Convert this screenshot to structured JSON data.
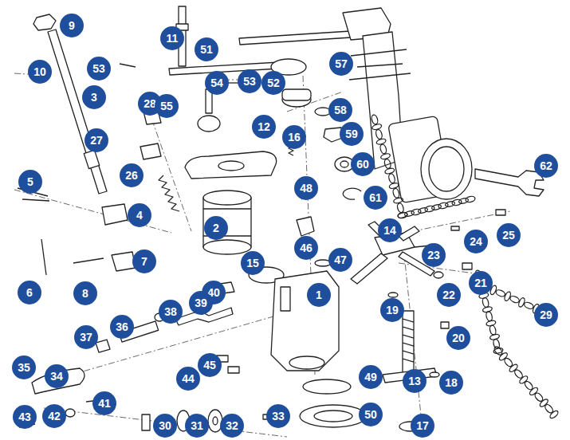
{
  "diagram": {
    "labels": [
      "9",
      "10",
      "11",
      "51",
      "53",
      "53",
      "54",
      "52",
      "57",
      "3",
      "28",
      "55",
      "12",
      "16",
      "58",
      "59",
      "60",
      "27",
      "26",
      "5",
      "4",
      "48",
      "61",
      "62",
      "2",
      "14",
      "24",
      "25",
      "23",
      "46",
      "47",
      "7",
      "15",
      "22",
      "21",
      "6",
      "8",
      "40",
      "1",
      "19",
      "39",
      "38",
      "36",
      "37",
      "20",
      "45",
      "44",
      "13",
      "18",
      "49",
      "29",
      "35",
      "34",
      "41",
      "42",
      "43",
      "30",
      "31",
      "32",
      "33",
      "50",
      "17"
    ]
  }
}
